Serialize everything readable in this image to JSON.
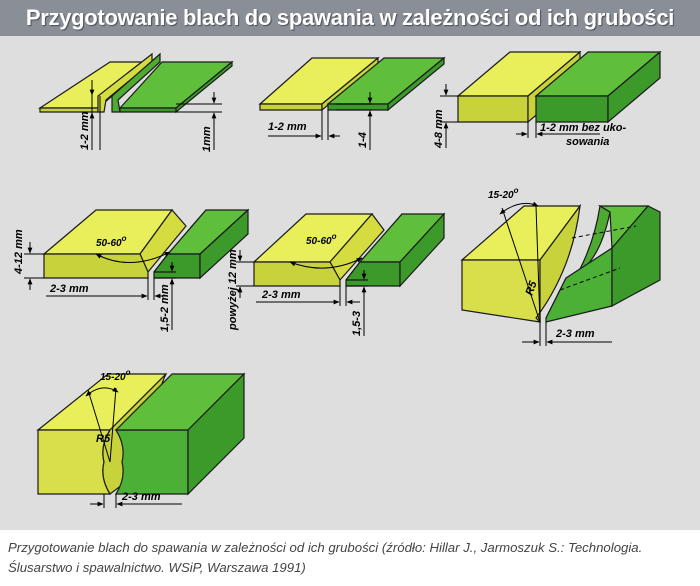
{
  "title": "Przygotowanie blach do spawania w zależności od ich grubości",
  "caption": {
    "line1": "Przygotowanie blach do spawania w zależności od ich grubości (źródło: Hillar J., Jarmoszuk S.: Technologia.",
    "line2": "Ślusarstwo i spawalnictwo. WSiP, Warszawa 1991)"
  },
  "colors": {
    "title_bar": "#8a8f97",
    "panel": "#dedede",
    "plate_left_top": "#e8ef5a",
    "plate_left_side": "#c8d23a",
    "plate_right_top": "#5fbf3a",
    "plate_right_side": "#3c9a2a"
  },
  "diagrams": {
    "d1": {
      "gap": "1-2 mm",
      "thickness": "1mm"
    },
    "d2": {
      "gap": "1-2 mm",
      "thickness": "1-4"
    },
    "d3": {
      "thickness": "4-8 mm",
      "gap_line1": "1-2 mm bez uko-",
      "gap_line2": "sowania"
    },
    "d4": {
      "thickness": "4-12 mm",
      "angle": "50-60",
      "gap": "2-3 mm",
      "root": "1,5-2 mm"
    },
    "d5": {
      "thickness": "powyżej 12 mm",
      "angle": "50-60",
      "gap": "2-3 mm",
      "root": "1,5-3"
    },
    "d6": {
      "angle": "15-20",
      "radius": "R5",
      "gap": "2-3 mm"
    },
    "d7": {
      "angle": "15-20",
      "radius": "R5",
      "gap": "2-3 mm"
    }
  }
}
